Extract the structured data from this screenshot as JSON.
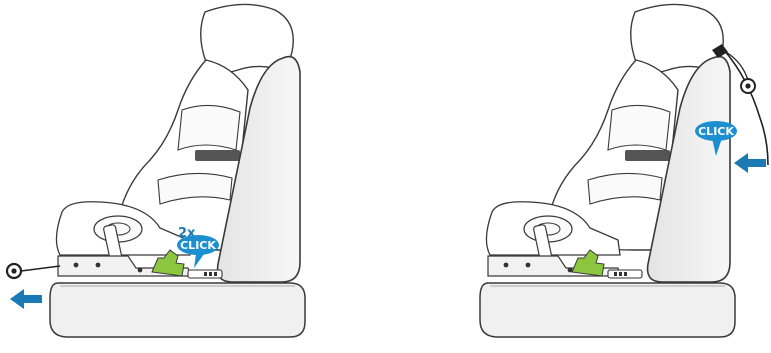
{
  "panels": [
    {
      "id": "left",
      "click_label": "CLICK",
      "multiplier_label": "2x",
      "arrow_direction": "left"
    },
    {
      "id": "right",
      "click_label": "CLICK",
      "arrow_direction": "left"
    }
  ],
  "colors": {
    "callout": "#1b8fd0",
    "arrow": "#1b79b4",
    "latch": "#8cc63f",
    "seat_fill": "#efefef",
    "outline": "#3a3a3a"
  }
}
